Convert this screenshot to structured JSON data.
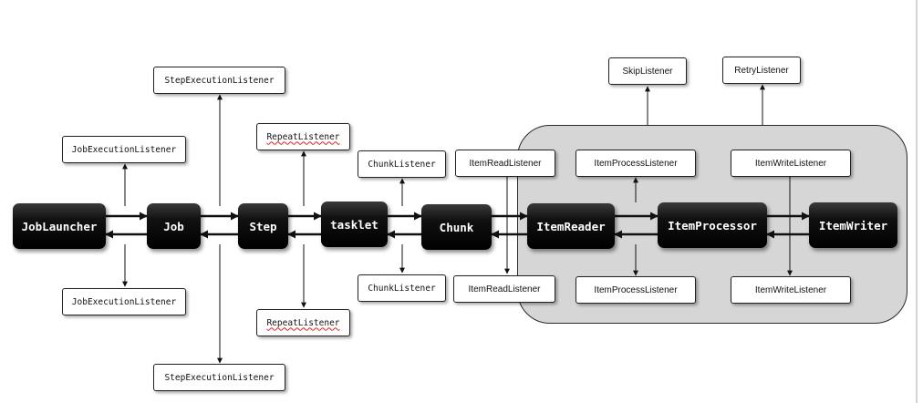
{
  "nodes": {
    "job_launcher": "JobLauncher",
    "job": "Job",
    "step": "Step",
    "tasklet": "tasklet",
    "chunk": "Chunk",
    "item_reader": "ItemReader",
    "item_processor": "ItemProcessor",
    "item_writer": "ItemWriter"
  },
  "listeners": {
    "step_execution_top": "StepExecutionListener",
    "step_execution_bottom": "StepExecutionListener",
    "job_execution_top": "JobExecutionListener",
    "job_execution_bottom": "JobExecutionListener",
    "repeat_top": "RepeatListener",
    "repeat_bottom": "RepeatListener",
    "chunk_top": "ChunkListener",
    "chunk_bottom": "ChunkListener",
    "item_read_top": "ItemReadListener",
    "item_read_bottom": "ItemReadListener",
    "item_process_top": "ItemProcessListener",
    "item_process_bottom": "ItemProcessListener",
    "item_write_top": "ItemWriteListener",
    "item_write_bottom": "ItemWriteListener",
    "skip": "SkipListener",
    "retry": "RetryListener"
  },
  "colors": {
    "node_fill": "#000000",
    "node_text": "#ffffff",
    "region_fill": "#d6d6d6",
    "line": "#111111",
    "spellcheck_underline": "#e02020"
  }
}
